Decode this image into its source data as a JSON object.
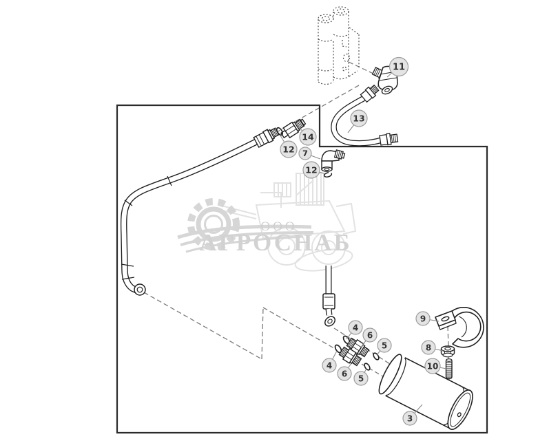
{
  "watermark": {
    "company_prefix": "ООО",
    "company_name": "АГРОСНАБ"
  },
  "callouts": [
    {
      "label": "11"
    },
    {
      "label": "13"
    },
    {
      "label": "14"
    },
    {
      "label": "12"
    },
    {
      "label": "7"
    },
    {
      "label": "12"
    },
    {
      "label": "4"
    },
    {
      "label": "6"
    },
    {
      "label": "5"
    },
    {
      "label": "4"
    },
    {
      "label": "6"
    },
    {
      "label": "5"
    },
    {
      "label": "9"
    },
    {
      "label": "8"
    },
    {
      "label": "10"
    },
    {
      "label": "3"
    }
  ],
  "part_numbers_visible": [
    "3",
    "4",
    "5",
    "6",
    "7",
    "8",
    "9",
    "10",
    "11",
    "12",
    "13",
    "14"
  ],
  "colors": {
    "line": "#1f1f1f",
    "frame": "#2b2b2b",
    "dash": "#7a7a7a",
    "callout_fill": "#e4e4e4",
    "callout_border": "#9c9c9c",
    "watermark_gray": "#d6d6d6",
    "background": "#ffffff"
  }
}
